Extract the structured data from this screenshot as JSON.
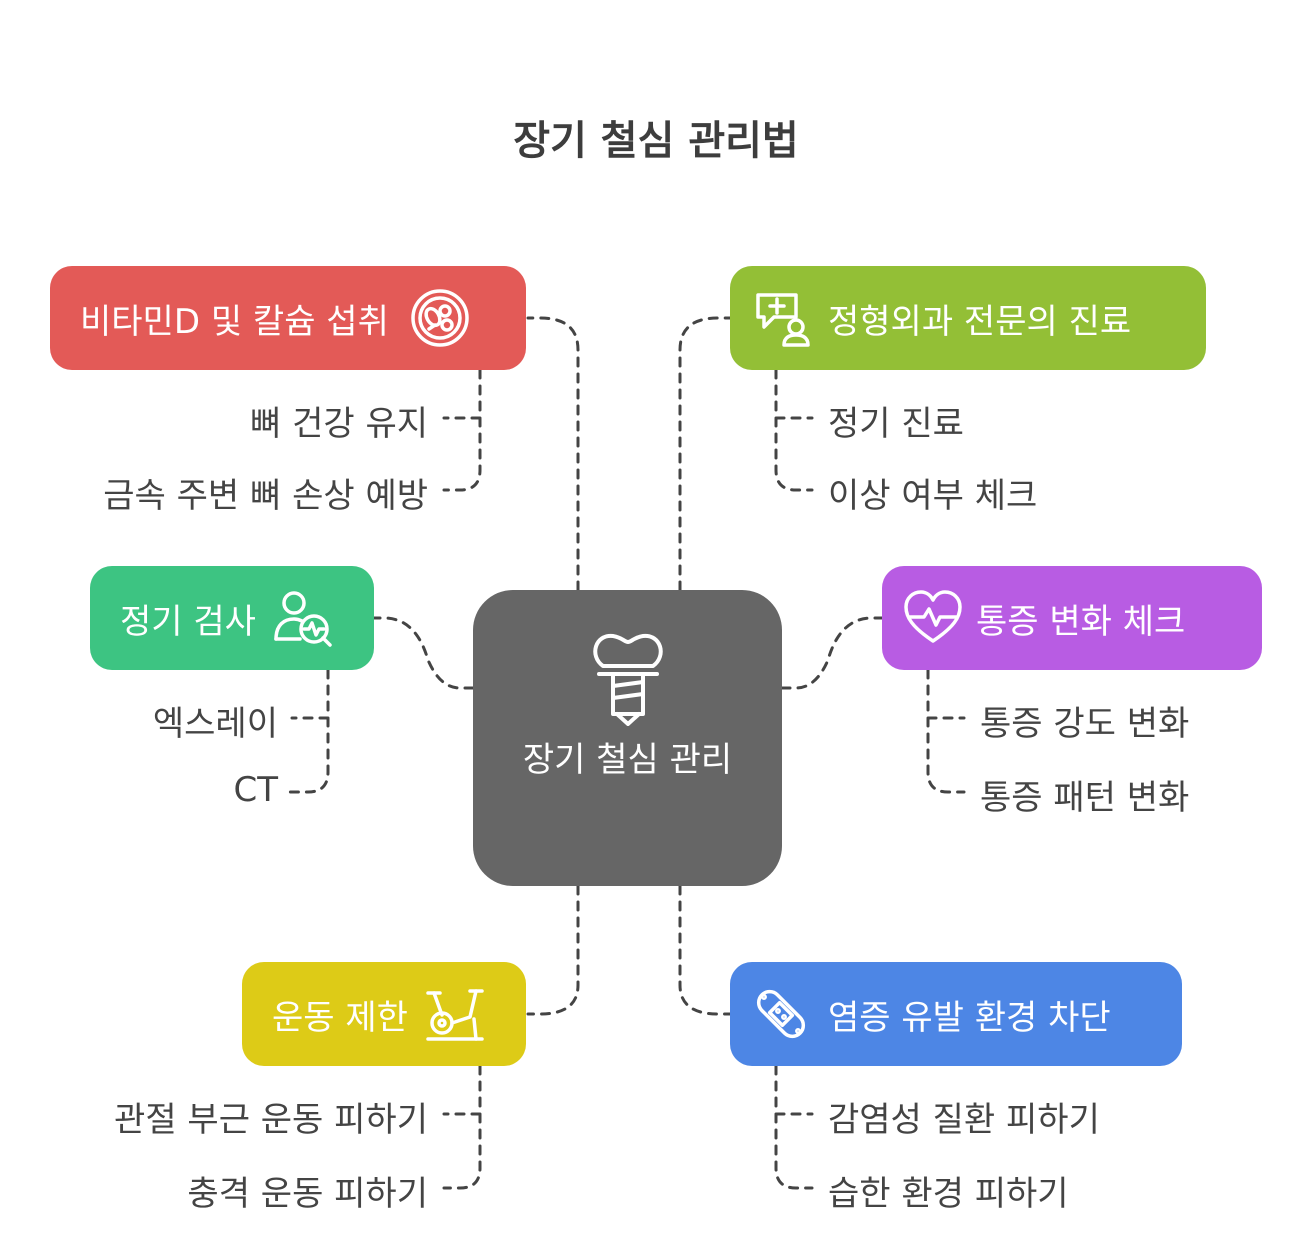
{
  "title": "장기 철심 관리법",
  "center": {
    "label": "장기 철심 관리",
    "icon": "dental-implant-icon",
    "color": "#666666"
  },
  "branches": [
    {
      "label": "비타민D 및 칼슘 섭취",
      "color": "#E35A57",
      "icon": "food-plate-icon",
      "items": [
        "뼈 건강 유지",
        "금속 주변 뼈 손상 예방"
      ]
    },
    {
      "label": "정형외과 전문의 진료",
      "color": "#93BF36",
      "icon": "doctor-consult-icon",
      "items": [
        "정기 진료",
        "이상 여부 체크"
      ]
    },
    {
      "label": "정기 검사",
      "color": "#3DC482",
      "icon": "patient-checkup-icon",
      "items": [
        "엑스레이",
        "CT"
      ]
    },
    {
      "label": "통증 변화 체크",
      "color": "#B85CE3",
      "icon": "heartbeat-icon",
      "items": [
        "통증 강도 변화",
        "통증 패턴 변화"
      ]
    },
    {
      "label": "운동 제한",
      "color": "#DDCB17",
      "icon": "exercise-bike-icon",
      "items": [
        "관절 부근 운동 피하기",
        "충격 운동 피하기"
      ]
    },
    {
      "label": "염증 유발 환경 차단",
      "color": "#4D86E5",
      "icon": "bandage-icon",
      "items": [
        "감염성 질환 피하기",
        "습한 환경 피하기"
      ]
    }
  ]
}
